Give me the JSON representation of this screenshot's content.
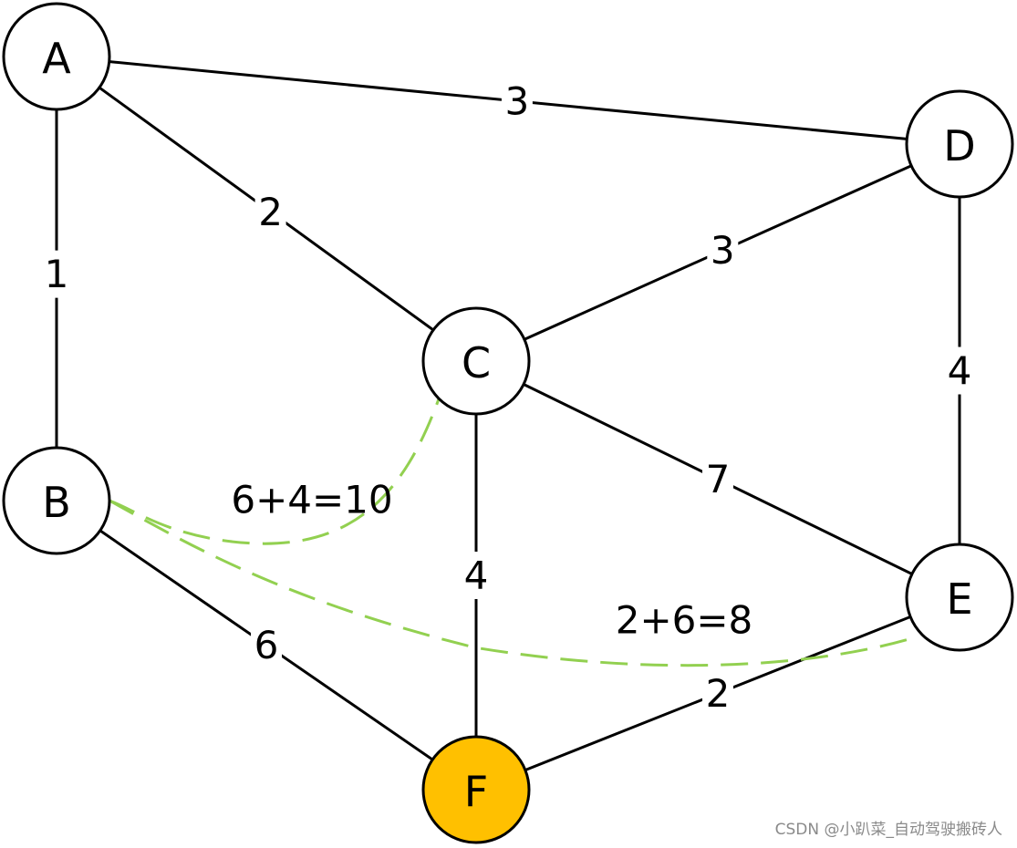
{
  "colors": {
    "node_fill": "#ffffff",
    "node_highlight": "#ffc000",
    "edge": "#000000",
    "route": "#92d050"
  },
  "nodes": [
    {
      "id": "A",
      "label": "A"
    },
    {
      "id": "B",
      "label": "B"
    },
    {
      "id": "C",
      "label": "C"
    },
    {
      "id": "D",
      "label": "D"
    },
    {
      "id": "E",
      "label": "E"
    },
    {
      "id": "F",
      "label": "F",
      "highlight": true
    }
  ],
  "edges": [
    {
      "from": "A",
      "to": "D",
      "weight": "3"
    },
    {
      "from": "A",
      "to": "C",
      "weight": "2"
    },
    {
      "from": "A",
      "to": "B",
      "weight": "1"
    },
    {
      "from": "C",
      "to": "D",
      "weight": "3"
    },
    {
      "from": "D",
      "to": "E",
      "weight": "4"
    },
    {
      "from": "C",
      "to": "E",
      "weight": "7"
    },
    {
      "from": "C",
      "to": "F",
      "weight": "4"
    },
    {
      "from": "B",
      "to": "F",
      "weight": "6"
    },
    {
      "from": "E",
      "to": "F",
      "weight": "2"
    }
  ],
  "routes": [
    {
      "from": "B",
      "to": "C",
      "label": "6+4=10"
    },
    {
      "from": "B",
      "to": "E",
      "label": "2+6=8"
    }
  ],
  "watermark": "CSDN @小趴菜_自动驾驶搬砖人"
}
